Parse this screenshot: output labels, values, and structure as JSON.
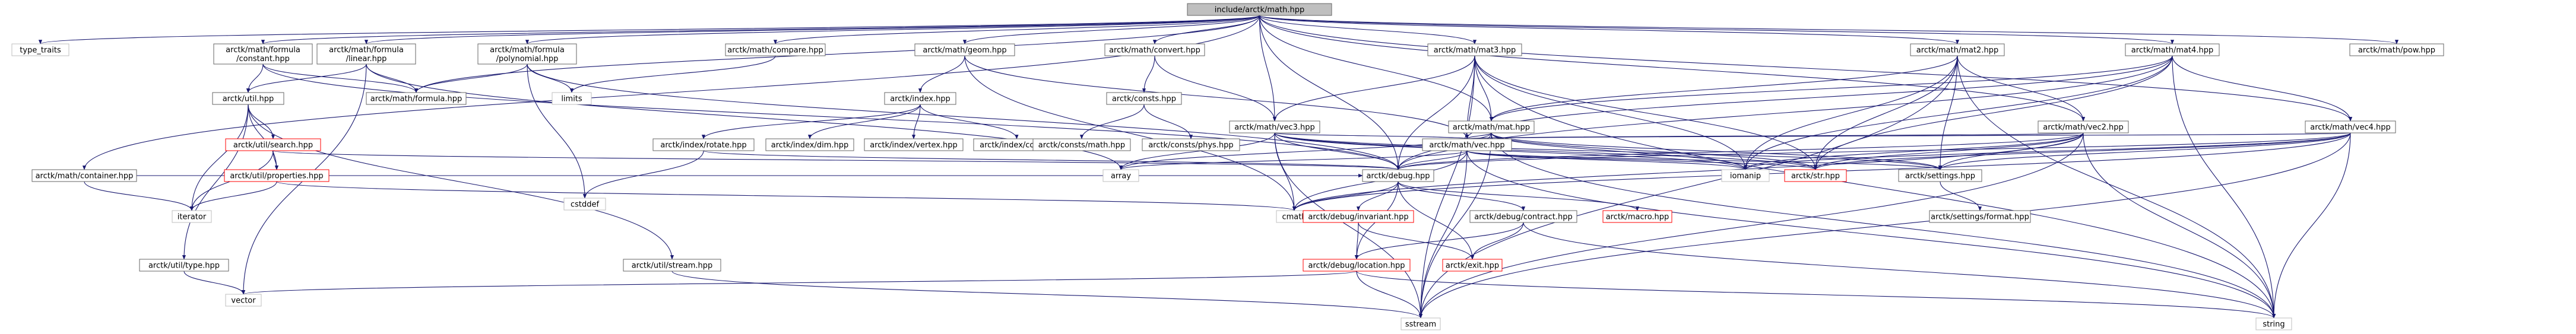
{
  "colors": {
    "root_fill": "#bfbfbf",
    "node_fill": "#ffffff",
    "node_border": "#666666",
    "plain_border": "#bfbfbf",
    "red_border": "#ff0000",
    "red_text": "#ff0000",
    "edge": "#191970",
    "edge_red": "#ff0000"
  },
  "nodes": [
    {
      "id": "root",
      "label": "include/arctk/math.hpp",
      "style": "root"
    },
    {
      "id": "type_traits",
      "label": "type_traits",
      "style": "plain"
    },
    {
      "id": "constant",
      "label": "arctk/math/formula\n/constant.hpp",
      "style": "normal"
    },
    {
      "id": "linear",
      "label": "arctk/math/formula\n/linear.hpp",
      "style": "normal"
    },
    {
      "id": "polynomial",
      "label": "arctk/math/formula\n/polynomial.hpp",
      "style": "normal"
    },
    {
      "id": "compare",
      "label": "arctk/math/compare.hpp",
      "style": "normal"
    },
    {
      "id": "geom",
      "label": "arctk/math/geom.hpp",
      "style": "normal"
    },
    {
      "id": "convert",
      "label": "arctk/math/convert.hpp",
      "style": "normal"
    },
    {
      "id": "mat3",
      "label": "arctk/math/mat3.hpp",
      "style": "normal"
    },
    {
      "id": "mat2",
      "label": "arctk/math/mat2.hpp",
      "style": "normal"
    },
    {
      "id": "mat4",
      "label": "arctk/math/mat4.hpp",
      "style": "normal"
    },
    {
      "id": "pow",
      "label": "arctk/math/pow.hpp",
      "style": "normal"
    },
    {
      "id": "util",
      "label": "arctk/util.hpp",
      "style": "normal"
    },
    {
      "id": "formula",
      "label": "arctk/math/formula.hpp",
      "style": "normal"
    },
    {
      "id": "limits",
      "label": "limits",
      "style": "plain"
    },
    {
      "id": "index",
      "label": "arctk/index.hpp",
      "style": "normal"
    },
    {
      "id": "consts",
      "label": "arctk/consts.hpp",
      "style": "normal"
    },
    {
      "id": "vec3",
      "label": "arctk/math/vec3.hpp",
      "style": "normal"
    },
    {
      "id": "mat",
      "label": "arctk/math/mat.hpp",
      "style": "normal"
    },
    {
      "id": "vec2",
      "label": "arctk/math/vec2.hpp",
      "style": "normal"
    },
    {
      "id": "vec4",
      "label": "arctk/math/vec4.hpp",
      "style": "normal"
    },
    {
      "id": "search",
      "label": "arctk/util/search.hpp",
      "style": "red"
    },
    {
      "id": "rotate",
      "label": "arctk/index/rotate.hpp",
      "style": "normal"
    },
    {
      "id": "dim",
      "label": "arctk/index/dim.hpp",
      "style": "normal"
    },
    {
      "id": "vertex",
      "label": "arctk/index/vertex.hpp",
      "style": "normal"
    },
    {
      "id": "col",
      "label": "arctk/index/col.hpp",
      "style": "normal"
    },
    {
      "id": "cmath_consts",
      "label": "arctk/consts/math.hpp",
      "style": "normal"
    },
    {
      "id": "phys",
      "label": "arctk/consts/phys.hpp",
      "style": "normal"
    },
    {
      "id": "vec",
      "label": "arctk/math/vec.hpp",
      "style": "normal"
    },
    {
      "id": "container",
      "label": "arctk/math/container.hpp",
      "style": "normal"
    },
    {
      "id": "properties",
      "label": "arctk/util/properties.hpp",
      "style": "red"
    },
    {
      "id": "cstddef",
      "label": "cstddef",
      "style": "plain"
    },
    {
      "id": "array",
      "label": "array",
      "style": "plain"
    },
    {
      "id": "debug",
      "label": "arctk/debug.hpp",
      "style": "normal"
    },
    {
      "id": "iomanip",
      "label": "iomanip",
      "style": "plain"
    },
    {
      "id": "str",
      "label": "arctk/str.hpp",
      "style": "red"
    },
    {
      "id": "settings",
      "label": "arctk/settings.hpp",
      "style": "normal"
    },
    {
      "id": "iterator",
      "label": "iterator",
      "style": "plain"
    },
    {
      "id": "cmath",
      "label": "cmath",
      "style": "plain"
    },
    {
      "id": "invariant",
      "label": "arctk/debug/invariant.hpp",
      "style": "red"
    },
    {
      "id": "contract",
      "label": "arctk/debug/contract.hpp",
      "style": "normal"
    },
    {
      "id": "macro",
      "label": "arctk/macro.hpp",
      "style": "red"
    },
    {
      "id": "format",
      "label": "arctk/settings/format.hpp",
      "style": "normal"
    },
    {
      "id": "type",
      "label": "arctk/util/type.hpp",
      "style": "normal"
    },
    {
      "id": "stream",
      "label": "arctk/util/stream.hpp",
      "style": "normal"
    },
    {
      "id": "location",
      "label": "arctk/debug/location.hpp",
      "style": "red"
    },
    {
      "id": "exit",
      "label": "arctk/exit.hpp",
      "style": "red"
    },
    {
      "id": "vector",
      "label": "vector",
      "style": "plain"
    },
    {
      "id": "sstream",
      "label": "sstream",
      "style": "plain"
    },
    {
      "id": "string",
      "label": "string",
      "style": "plain"
    }
  ],
  "edges": [
    [
      "root",
      "type_traits"
    ],
    [
      "root",
      "constant"
    ],
    [
      "root",
      "linear"
    ],
    [
      "root",
      "polynomial"
    ],
    [
      "root",
      "compare"
    ],
    [
      "root",
      "geom"
    ],
    [
      "root",
      "convert"
    ],
    [
      "root",
      "mat3"
    ],
    [
      "root",
      "mat2"
    ],
    [
      "root",
      "mat4"
    ],
    [
      "root",
      "pow"
    ],
    [
      "root",
      "formula"
    ],
    [
      "root",
      "container"
    ],
    [
      "root",
      "mat"
    ],
    [
      "root",
      "vec2"
    ],
    [
      "root",
      "vec4"
    ],
    [
      "root",
      "vec3"
    ],
    [
      "root",
      "debug"
    ],
    [
      "constant",
      "util"
    ],
    [
      "constant",
      "formula"
    ],
    [
      "constant",
      "debug"
    ],
    [
      "linear",
      "util"
    ],
    [
      "linear",
      "formula"
    ],
    [
      "linear",
      "vector"
    ],
    [
      "linear",
      "array"
    ],
    [
      "polynomial",
      "formula"
    ],
    [
      "polynomial",
      "limits"
    ],
    [
      "polynomial",
      "cstddef"
    ],
    [
      "polynomial",
      "debug"
    ],
    [
      "compare",
      "limits"
    ],
    [
      "geom",
      "index"
    ],
    [
      "geom",
      "vec"
    ],
    [
      "geom",
      "cmath"
    ],
    [
      "convert",
      "consts"
    ],
    [
      "convert",
      "vec3"
    ],
    [
      "mat3",
      "vec3"
    ],
    [
      "mat3",
      "mat"
    ],
    [
      "mat3",
      "vec"
    ],
    [
      "mat3",
      "str"
    ],
    [
      "mat3",
      "iomanip"
    ],
    [
      "mat3",
      "sstream"
    ],
    [
      "mat3",
      "string"
    ],
    [
      "mat3",
      "debug"
    ],
    [
      "mat2",
      "vec2"
    ],
    [
      "mat2",
      "mat"
    ],
    [
      "mat2",
      "str"
    ],
    [
      "mat2",
      "iomanip"
    ],
    [
      "mat2",
      "sstream"
    ],
    [
      "mat2",
      "string"
    ],
    [
      "mat2",
      "settings"
    ],
    [
      "mat4",
      "vec4"
    ],
    [
      "mat4",
      "mat"
    ],
    [
      "mat4",
      "str"
    ],
    [
      "mat4",
      "iomanip"
    ],
    [
      "mat4",
      "string"
    ],
    [
      "mat4",
      "debug"
    ],
    [
      "mat4",
      "vec"
    ],
    [
      "util",
      "search"
    ],
    [
      "util",
      "properties"
    ],
    [
      "util",
      "type"
    ],
    [
      "util",
      "stream"
    ],
    [
      "util",
      "iterator"
    ],
    [
      "search",
      "properties"
    ],
    [
      "search",
      "debug"
    ],
    [
      "search",
      "iterator"
    ],
    [
      "index",
      "rotate"
    ],
    [
      "index",
      "dim"
    ],
    [
      "index",
      "vertex"
    ],
    [
      "index",
      "col"
    ],
    [
      "rotate",
      "debug"
    ],
    [
      "rotate",
      "cstddef"
    ],
    [
      "consts",
      "cmath_consts"
    ],
    [
      "consts",
      "phys"
    ],
    [
      "vec3",
      "vec"
    ],
    [
      "vec3",
      "cmath"
    ],
    [
      "vec3",
      "str"
    ],
    [
      "vec3",
      "settings"
    ],
    [
      "vec3",
      "iomanip"
    ],
    [
      "vec3",
      "sstream"
    ],
    [
      "vec3",
      "debug"
    ],
    [
      "vec3",
      "array"
    ],
    [
      "mat",
      "vec"
    ],
    [
      "mat",
      "debug"
    ],
    [
      "mat",
      "str"
    ],
    [
      "mat",
      "settings"
    ],
    [
      "mat",
      "iomanip"
    ],
    [
      "mat",
      "sstream"
    ],
    [
      "mat",
      "string"
    ],
    [
      "mat",
      "array"
    ],
    [
      "vec2",
      "vec"
    ],
    [
      "vec2",
      "str"
    ],
    [
      "vec2",
      "settings"
    ],
    [
      "vec2",
      "iomanip"
    ],
    [
      "vec2",
      "sstream"
    ],
    [
      "vec2",
      "string"
    ],
    [
      "vec2",
      "cmath"
    ],
    [
      "vec2",
      "debug"
    ],
    [
      "vec4",
      "vec"
    ],
    [
      "vec4",
      "str"
    ],
    [
      "vec4",
      "settings"
    ],
    [
      "vec4",
      "iomanip"
    ],
    [
      "vec4",
      "sstream"
    ],
    [
      "vec4",
      "string"
    ],
    [
      "vec4",
      "cmath"
    ],
    [
      "vec4",
      "debug"
    ],
    [
      "vec",
      "debug"
    ],
    [
      "vec",
      "array"
    ],
    [
      "vec",
      "str"
    ],
    [
      "vec",
      "settings"
    ],
    [
      "vec",
      "iomanip"
    ],
    [
      "vec",
      "sstream"
    ],
    [
      "vec",
      "string"
    ],
    [
      "vec",
      "cmath"
    ],
    [
      "container",
      "debug"
    ],
    [
      "container",
      "iterator"
    ],
    [
      "properties",
      "cmath"
    ],
    [
      "properties",
      "iterator"
    ],
    [
      "debug",
      "invariant"
    ],
    [
      "debug",
      "contract"
    ],
    [
      "debug",
      "macro"
    ],
    [
      "debug",
      "exit"
    ],
    [
      "debug",
      "location"
    ],
    [
      "debug",
      "cmath"
    ],
    [
      "invariant",
      "location"
    ],
    [
      "invariant",
      "exit"
    ],
    [
      "contract",
      "location"
    ],
    [
      "contract",
      "exit"
    ],
    [
      "contract",
      "string"
    ],
    [
      "settings",
      "format"
    ],
    [
      "type",
      "vector"
    ],
    [
      "stream",
      "sstream"
    ],
    [
      "location",
      "vector"
    ],
    [
      "location",
      "sstream"
    ],
    [
      "location",
      "string"
    ]
  ]
}
